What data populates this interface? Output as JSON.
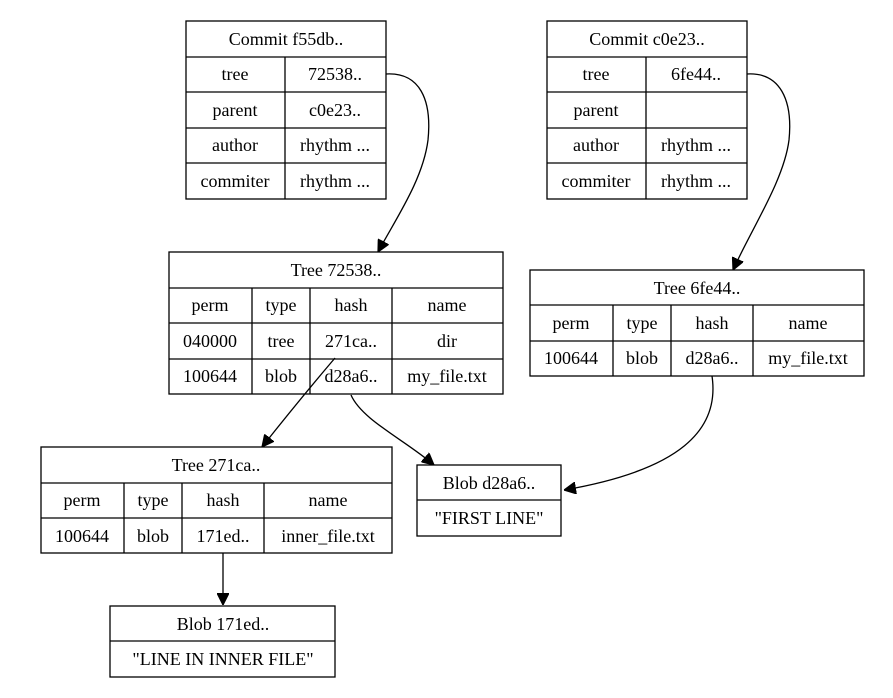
{
  "commits": [
    {
      "title": "Commit f55db..",
      "rows": [
        {
          "field": "tree",
          "value": "72538.."
        },
        {
          "field": "parent",
          "value": "c0e23.."
        },
        {
          "field": "author",
          "value": "rhythm ..."
        },
        {
          "field": "commiter",
          "value": "rhythm ..."
        }
      ]
    },
    {
      "title": "Commit c0e23..",
      "rows": [
        {
          "field": "tree",
          "value": "6fe44.."
        },
        {
          "field": "parent",
          "value": ""
        },
        {
          "field": "author",
          "value": "rhythm ..."
        },
        {
          "field": "commiter",
          "value": "rhythm ..."
        }
      ]
    }
  ],
  "trees": [
    {
      "title": "Tree 72538..",
      "headers": [
        "perm",
        "type",
        "hash",
        "name"
      ],
      "rows": [
        [
          "040000",
          "tree",
          "271ca..",
          "dir"
        ],
        [
          "100644",
          "blob",
          "d28a6..",
          "my_file.txt"
        ]
      ]
    },
    {
      "title": "Tree 6fe44..",
      "headers": [
        "perm",
        "type",
        "hash",
        "name"
      ],
      "rows": [
        [
          "100644",
          "blob",
          "d28a6..",
          "my_file.txt"
        ]
      ]
    },
    {
      "title": "Tree 271ca..",
      "headers": [
        "perm",
        "type",
        "hash",
        "name"
      ],
      "rows": [
        [
          "100644",
          "blob",
          "171ed..",
          "inner_file.txt"
        ]
      ]
    }
  ],
  "blobs": [
    {
      "title": "Blob d28a6..",
      "content": "\"FIRST LINE\""
    },
    {
      "title": "Blob 171ed..",
      "content": "\"LINE IN INNER FILE\""
    }
  ],
  "edges": [
    {
      "from": "commit-f55db.tree",
      "to": "tree-72538"
    },
    {
      "from": "commit-c0e23.tree",
      "to": "tree-6fe44"
    },
    {
      "from": "tree-72538.dir",
      "to": "tree-271ca"
    },
    {
      "from": "tree-72538.my_file.txt",
      "to": "blob-d28a6"
    },
    {
      "from": "tree-6fe44.my_file.txt",
      "to": "blob-d28a6"
    },
    {
      "from": "tree-271ca.inner_file.txt",
      "to": "blob-171ed"
    }
  ]
}
